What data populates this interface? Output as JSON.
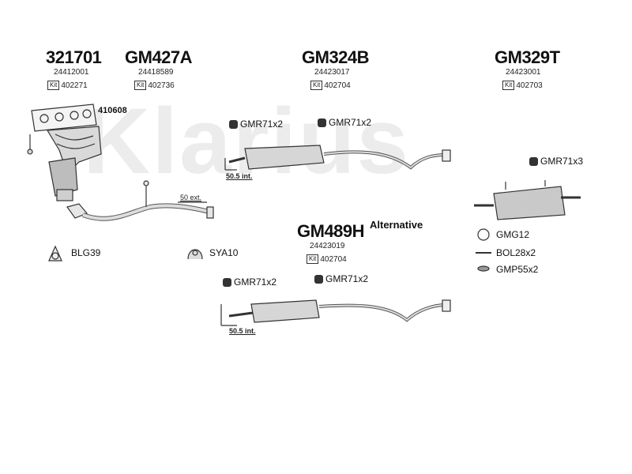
{
  "watermark": "Klarius",
  "parts": [
    {
      "title": "321701",
      "oe": "24412001",
      "kit": "402271"
    },
    {
      "title": "GM427A",
      "oe": "24418589",
      "kit": "402736"
    },
    {
      "title": "GM324B",
      "oe": "24423017",
      "kit": "402704"
    },
    {
      "title": "GM329T",
      "oe": "24423001",
      "kit": "402703"
    },
    {
      "title": "GM489H",
      "oe": "24423019",
      "kit": "402704"
    }
  ],
  "kit_prefix": "Kit",
  "labels": {
    "gasket_manifold": "410608",
    "blg": "BLG39",
    "sya": "SYA10",
    "ext50": "50 ext.",
    "int505_a": "50.5 int.",
    "int505_b": "50.5 int.",
    "alternative": "Alternative",
    "gmr_a": "GMR71x2",
    "gmr_b": "GMR71x2",
    "gmr_c": "GMR71x3",
    "gmr_d": "GMR71x2",
    "gmr_e": "GMR71x2",
    "gmg": "GMG12",
    "bol": "BOL28x2",
    "gmp": "GMP55x2"
  }
}
